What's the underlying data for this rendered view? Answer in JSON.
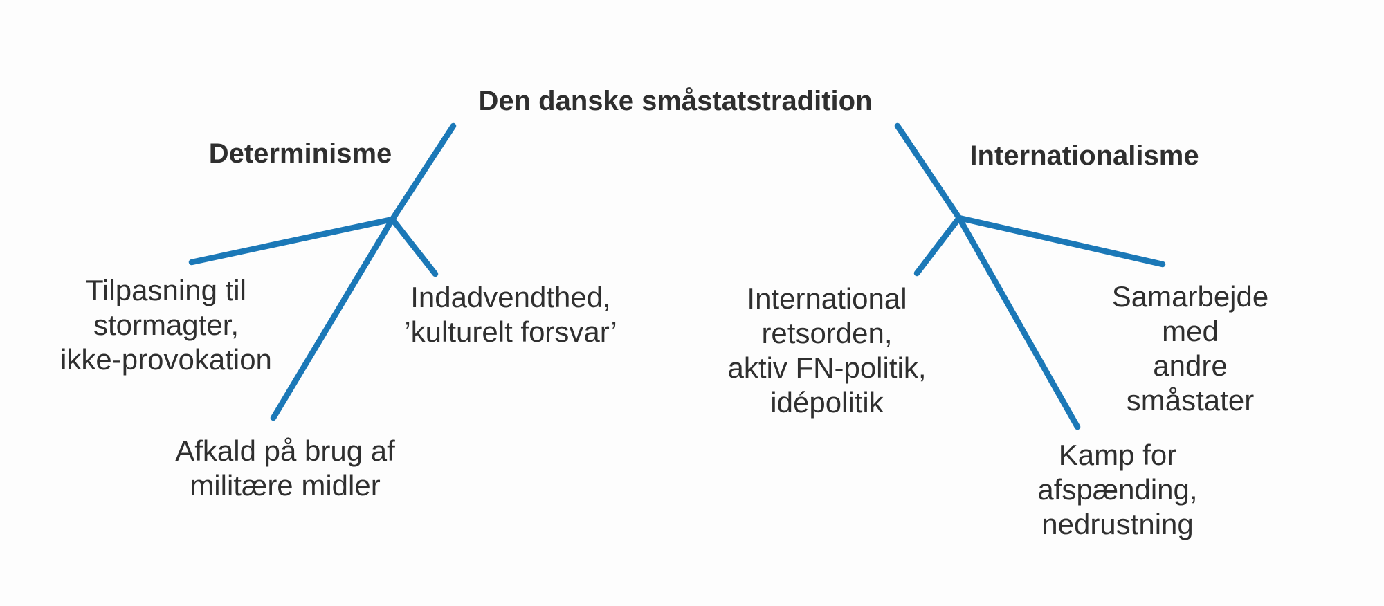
{
  "diagram": {
    "title": "Den danske småstatstradition",
    "colors": {
      "line": "#1b78b7",
      "text": "#2f2f2f",
      "background": "#fdfdfd"
    },
    "branches": [
      {
        "label": "Determinisme",
        "children": [
          "Tilpasning til\nstormagter,\nikke-provokation",
          "Indadvendthed,\n’kulturelt forsvar’",
          "Afkald på brug af\nmilitære midler"
        ]
      },
      {
        "label": "Internationalisme",
        "children": [
          "International\nretsorden,\naktiv FN-politik,\nidépolitik",
          "Samarbejde\nmed\nandre\nsmåstater",
          "Kamp for\nafspænding, nedrustning"
        ]
      }
    ]
  }
}
